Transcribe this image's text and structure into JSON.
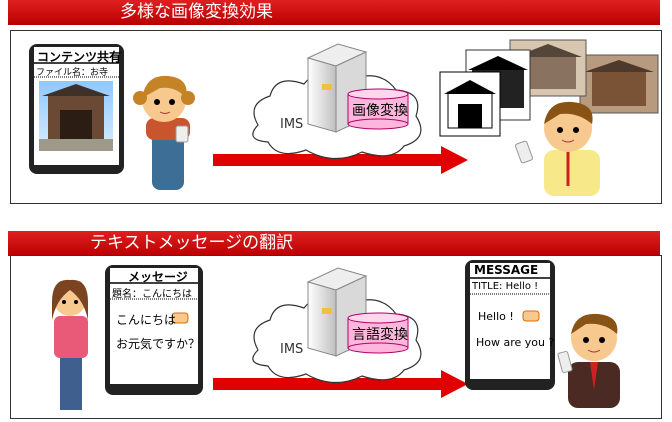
{
  "section1": {
    "title": "多様な画像変換効果",
    "phone_header": "コンテンツ共有",
    "phone_filename": "ファイル名：お寺",
    "cloud_label": "IMS",
    "transform_label": "画像変換"
  },
  "section2": {
    "title": "テキストメッセージの翻訳",
    "left_phone_header": "メッセージ",
    "left_subject": "題名：こんにちは",
    "left_line1": "こんにちは",
    "left_line2": "お元気ですか？",
    "cloud_label": "IMS",
    "transform_label": "言語変換",
    "right_phone_header": "MESSAGE",
    "right_subject": "TITLE:  Hello !",
    "right_line1": "Hello !",
    "right_line2": "How are you ?"
  },
  "colors": {
    "banner_red": "#cc0000",
    "arrow_red": "#e00000",
    "cylinder_pink": "#ff99cc"
  }
}
